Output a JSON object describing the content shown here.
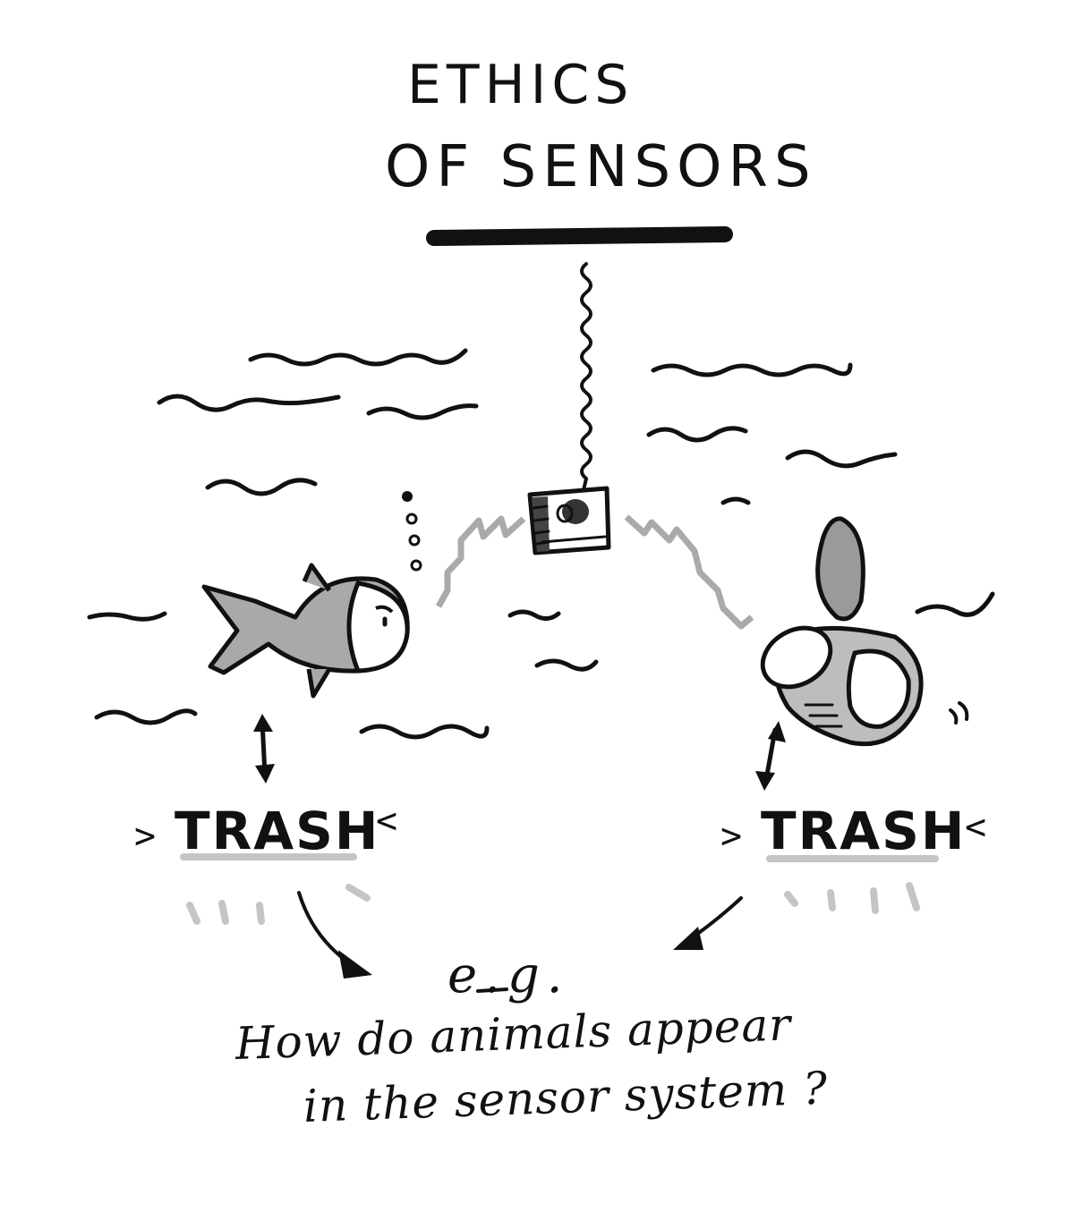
{
  "title": {
    "line1": "ETHICS",
    "line2": "OF SENSORS"
  },
  "labels": {
    "trash_left": "TRASH",
    "trash_right": "TRASH",
    "open_chevron": ">",
    "close_chevron": "<"
  },
  "question": {
    "prefix": "e.g.",
    "line1": "How do animals appear",
    "line2": "in the sensor system ?"
  },
  "icons": {
    "sensor": "camera-sensor-icon",
    "fish": "fish-icon",
    "can": "tin-can-icon"
  },
  "colors": {
    "ink": "#111111",
    "gray_fill": "#9a9a9a",
    "light_gray": "#c8c8c8",
    "background": "#ffffff"
  }
}
